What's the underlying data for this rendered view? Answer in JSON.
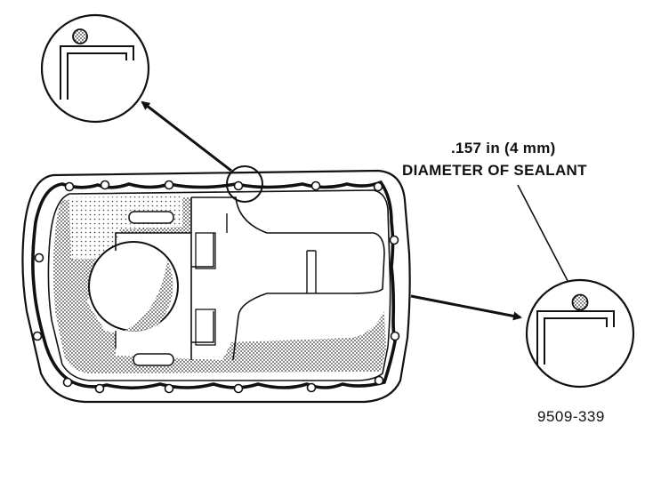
{
  "callout": {
    "line1": ".157 in (4 mm)",
    "line2": "DIAMETER OF SEALANT"
  },
  "figure_number": "9509-339",
  "icons": [
    "oil-pan",
    "sealant-bead",
    "pan-flange",
    "leader-arrow",
    "detail-circle"
  ],
  "colors": {
    "ink": "#111111",
    "paper": "#ffffff",
    "shade": "#777777"
  }
}
